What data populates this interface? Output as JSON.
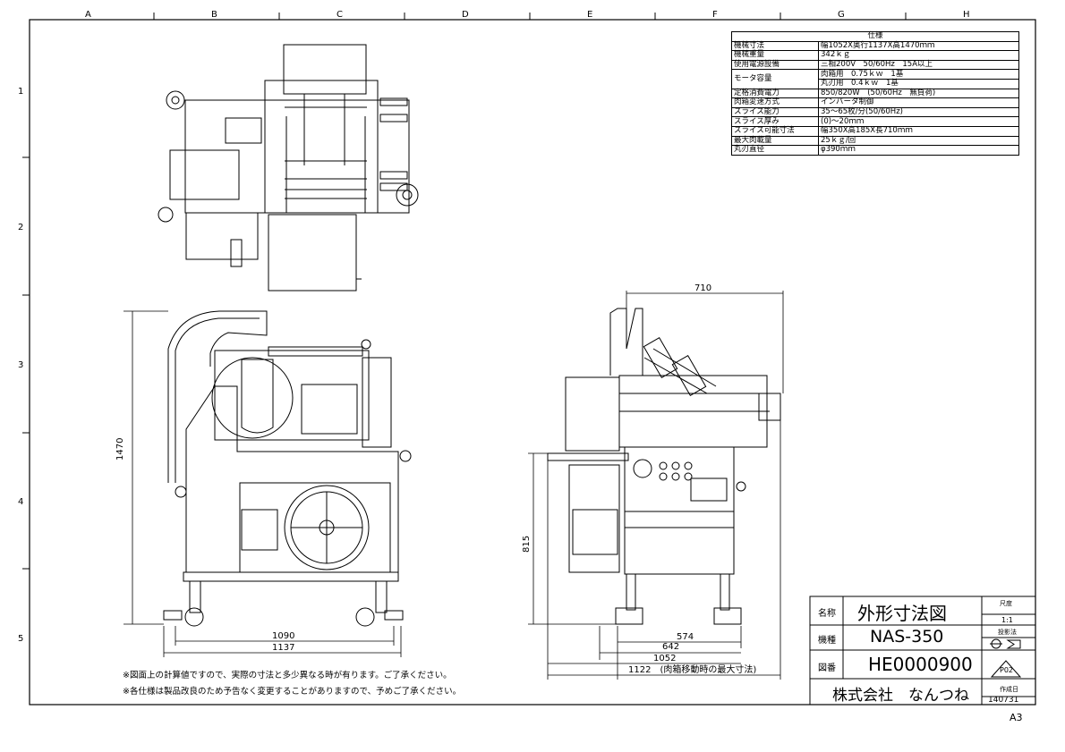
{
  "columns": [
    "A",
    "B",
    "C",
    "D",
    "E",
    "F",
    "G",
    "H"
  ],
  "rows": [
    "1",
    "2",
    "3",
    "4",
    "5"
  ],
  "spec": {
    "title": "仕様",
    "rows": [
      {
        "key": "機械寸法",
        "value": "幅1052X奥行1137X高1470ｍｍ"
      },
      {
        "key": "機械重量",
        "value": "342ｋｇ"
      },
      {
        "key": "使用電源設備",
        "value": "三相200V　50/60Hz　15A以上"
      },
      {
        "key": "モータ容量",
        "value": "肉箱用　0.75ｋｗ　1基"
      },
      {
        "key": "",
        "value": "丸刃用　0.4ｋｗ　1基"
      },
      {
        "key": "定格消費電力",
        "value": "850/820W　(50/60Hz　無負荷)"
      },
      {
        "key": "肉箱変速方式",
        "value": "インバータ制御"
      },
      {
        "key": "スライス能力",
        "value": "35～65枚/分(50/60Hz)"
      },
      {
        "key": "スライス厚み",
        "value": "(0)～20ｍｍ"
      },
      {
        "key": "スライス可能寸法",
        "value": "幅350X高185X長710ｍｍ"
      },
      {
        "key": "最大肉載量",
        "value": "25ｋｇ/回"
      },
      {
        "key": "丸刃直径",
        "value": "φ390ｍｍ"
      }
    ]
  },
  "dimensions": {
    "front_height": "1470",
    "front_width_inner": "1090",
    "front_width_total": "1137",
    "side_top": "710",
    "side_height": "815",
    "side_574": "574",
    "side_642": "642",
    "side_1052": "1052",
    "side_1122": "1122",
    "side_1122_note": "(肉箱移動時の最大寸法)"
  },
  "notes": [
    "※図面上の計算値ですので、実際の寸法と多少異なる時が有ります。ご了承ください。",
    "※各仕様は製品改良のため予告なく変更することがありますので、予めご了承ください。"
  ],
  "title_block": {
    "name_label": "名称",
    "name_value": "外形寸法図",
    "model_label": "機種",
    "model_value": "NAS-350",
    "drawing_label": "図番",
    "drawing_value": "HE0000900",
    "company": "株式会社　なんつね",
    "scale_label": "尺度",
    "scale_value": "1:1",
    "projection_label": "投影法",
    "rev": "P02",
    "date_label": "作成日",
    "date_value": "140731"
  },
  "sheet_size": "A3"
}
